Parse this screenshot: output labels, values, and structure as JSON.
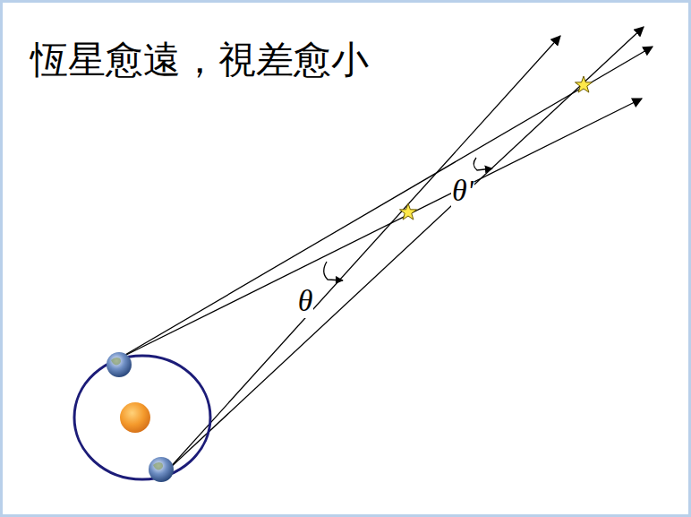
{
  "diagram": {
    "title": "恆星愈遠，視差愈小",
    "labels": [
      "θ",
      "θ'"
    ]
  }
}
